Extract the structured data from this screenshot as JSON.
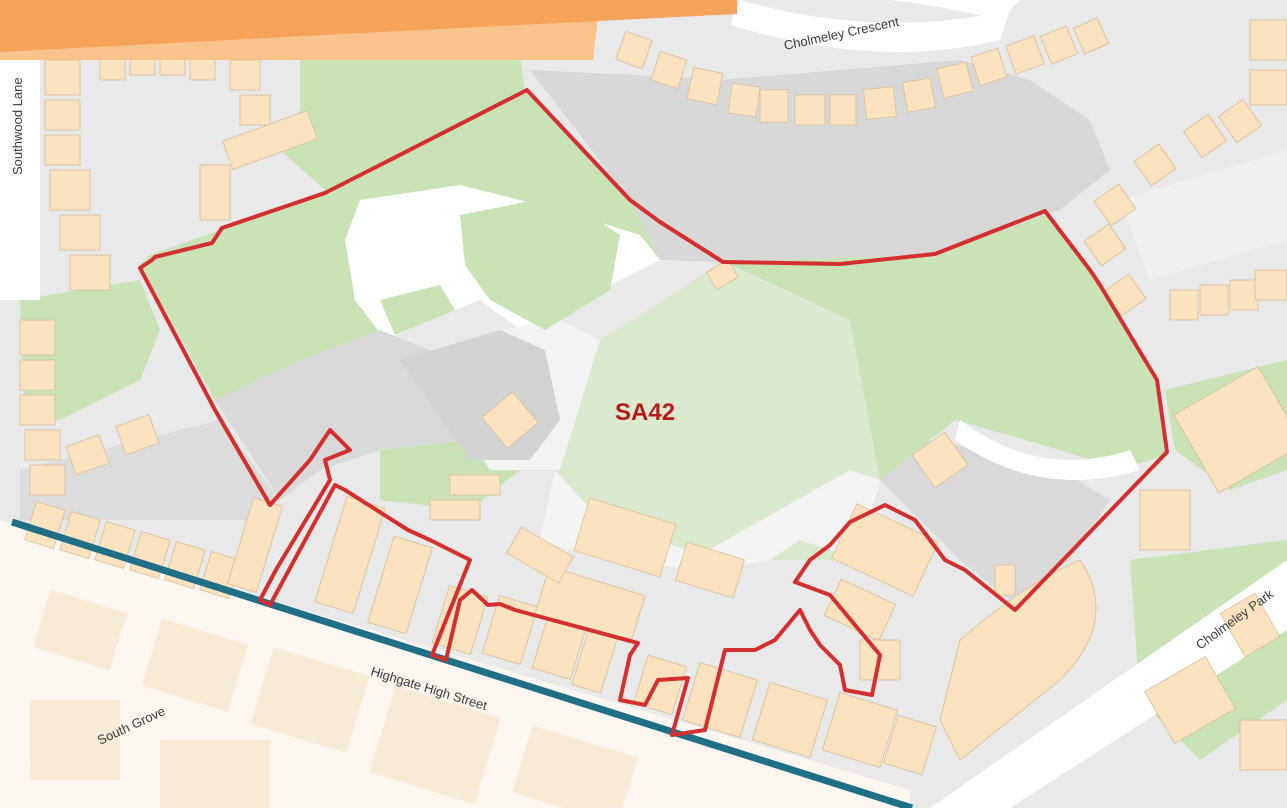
{
  "map": {
    "site_label": "SA42",
    "streets": {
      "cholmeley_crescent": "Cholmeley Crescent",
      "southwood_lane": "Southwood Lane",
      "highgate_high_street": "Highgate High Street",
      "south_grove": "South Grove",
      "cholmeley_park": "Cholmeley Park"
    },
    "colors": {
      "site_boundary": "#d32f2f",
      "site_label": "#b71c1c",
      "boundary_road": "#1f6f86",
      "buildings": "#fbe3bf",
      "green_space": "#c9e2b6",
      "roads": "#ffffff",
      "banner": "#f5a25a"
    }
  }
}
